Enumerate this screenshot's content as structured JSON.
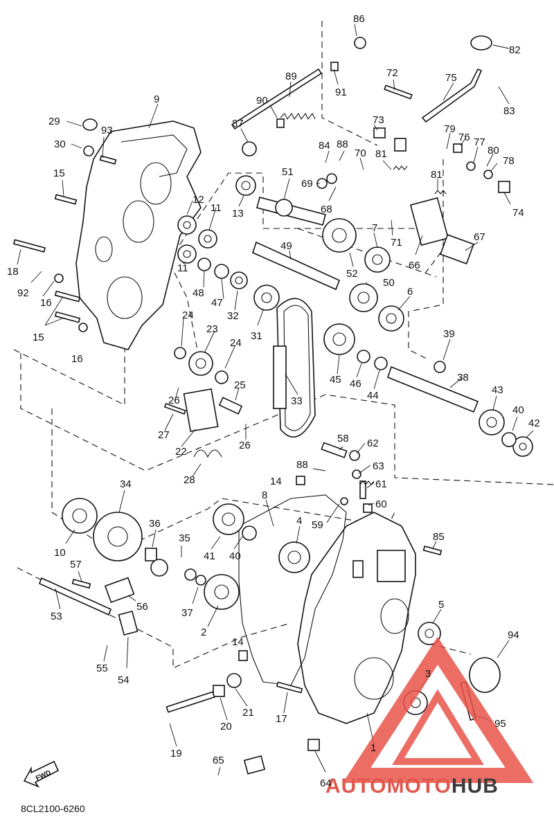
{
  "diagram": {
    "code": "8CL2100-6260",
    "direction_label": "FWD",
    "watermark": {
      "text_a": "AUTOMOTO",
      "text_b": "HUB",
      "color_a": "#e0574c",
      "color_b": "#3b3b3b",
      "logo_color": "#e8544a"
    },
    "callouts": [
      {
        "id": "c1",
        "n": "1"
      },
      {
        "id": "c2",
        "n": "2"
      },
      {
        "id": "c3",
        "n": "3"
      },
      {
        "id": "c4",
        "n": "4"
      },
      {
        "id": "c5",
        "n": "5"
      },
      {
        "id": "c6",
        "n": "6"
      },
      {
        "id": "c7",
        "n": "7"
      },
      {
        "id": "c8",
        "n": "8"
      },
      {
        "id": "c9",
        "n": "9"
      },
      {
        "id": "c10",
        "n": "10"
      },
      {
        "id": "c11a",
        "n": "11"
      },
      {
        "id": "c11b",
        "n": "11"
      },
      {
        "id": "c12",
        "n": "12"
      },
      {
        "id": "c13",
        "n": "13"
      },
      {
        "id": "c14a",
        "n": "14"
      },
      {
        "id": "c14b",
        "n": "14"
      },
      {
        "id": "c15a",
        "n": "15"
      },
      {
        "id": "c15b",
        "n": "15"
      },
      {
        "id": "c16a",
        "n": "16"
      },
      {
        "id": "c16b",
        "n": "16"
      },
      {
        "id": "c17",
        "n": "17"
      },
      {
        "id": "c18",
        "n": "18"
      },
      {
        "id": "c19",
        "n": "19"
      },
      {
        "id": "c20",
        "n": "20"
      },
      {
        "id": "c21",
        "n": "21"
      },
      {
        "id": "c22",
        "n": "22"
      },
      {
        "id": "c23",
        "n": "23"
      },
      {
        "id": "c24a",
        "n": "24"
      },
      {
        "id": "c24b",
        "n": "24"
      },
      {
        "id": "c25",
        "n": "25"
      },
      {
        "id": "c26a",
        "n": "26"
      },
      {
        "id": "c26b",
        "n": "26"
      },
      {
        "id": "c27",
        "n": "27"
      },
      {
        "id": "c28",
        "n": "28"
      },
      {
        "id": "c29",
        "n": "29"
      },
      {
        "id": "c30",
        "n": "30"
      },
      {
        "id": "c31",
        "n": "31"
      },
      {
        "id": "c32",
        "n": "32"
      },
      {
        "id": "c33",
        "n": "33"
      },
      {
        "id": "c34",
        "n": "34"
      },
      {
        "id": "c35",
        "n": "35"
      },
      {
        "id": "c36",
        "n": "36"
      },
      {
        "id": "c37",
        "n": "37"
      },
      {
        "id": "c38",
        "n": "38"
      },
      {
        "id": "c39",
        "n": "39"
      },
      {
        "id": "c40a",
        "n": "40"
      },
      {
        "id": "c40b",
        "n": "40"
      },
      {
        "id": "c41",
        "n": "41"
      },
      {
        "id": "c42",
        "n": "42"
      },
      {
        "id": "c43",
        "n": "43"
      },
      {
        "id": "c44",
        "n": "44"
      },
      {
        "id": "c45",
        "n": "45"
      },
      {
        "id": "c46",
        "n": "46"
      },
      {
        "id": "c47",
        "n": "47"
      },
      {
        "id": "c48",
        "n": "48"
      },
      {
        "id": "c49",
        "n": "49"
      },
      {
        "id": "c50",
        "n": "50"
      },
      {
        "id": "c51",
        "n": "51"
      },
      {
        "id": "c52",
        "n": "52"
      },
      {
        "id": "c53",
        "n": "53"
      },
      {
        "id": "c54",
        "n": "54"
      },
      {
        "id": "c55",
        "n": "55"
      },
      {
        "id": "c56",
        "n": "56"
      },
      {
        "id": "c57",
        "n": "57"
      },
      {
        "id": "c58",
        "n": "58"
      },
      {
        "id": "c59",
        "n": "59"
      },
      {
        "id": "c60",
        "n": "60"
      },
      {
        "id": "c61",
        "n": "61"
      },
      {
        "id": "c62",
        "n": "62"
      },
      {
        "id": "c63",
        "n": "63"
      },
      {
        "id": "c64",
        "n": "64"
      },
      {
        "id": "c65",
        "n": "65"
      },
      {
        "id": "c66",
        "n": "66"
      },
      {
        "id": "c67",
        "n": "67"
      },
      {
        "id": "c68",
        "n": "68"
      },
      {
        "id": "c69",
        "n": "69"
      },
      {
        "id": "c70",
        "n": "70"
      },
      {
        "id": "c71",
        "n": "71"
      },
      {
        "id": "c72",
        "n": "72"
      },
      {
        "id": "c73",
        "n": "73"
      },
      {
        "id": "c74",
        "n": "74"
      },
      {
        "id": "c75",
        "n": "75"
      },
      {
        "id": "c76",
        "n": "76"
      },
      {
        "id": "c77",
        "n": "77"
      },
      {
        "id": "c78",
        "n": "78"
      },
      {
        "id": "c79",
        "n": "79"
      },
      {
        "id": "c80",
        "n": "80"
      },
      {
        "id": "c81a",
        "n": "81"
      },
      {
        "id": "c81b",
        "n": "81"
      },
      {
        "id": "c82",
        "n": "82"
      },
      {
        "id": "c83",
        "n": "83"
      },
      {
        "id": "c84",
        "n": "84"
      },
      {
        "id": "c85",
        "n": "85"
      },
      {
        "id": "c86",
        "n": "86"
      },
      {
        "id": "c87",
        "n": "87"
      },
      {
        "id": "c88a",
        "n": "88"
      },
      {
        "id": "c88b",
        "n": "88"
      },
      {
        "id": "c89",
        "n": "89"
      },
      {
        "id": "c90",
        "n": "90"
      },
      {
        "id": "c91",
        "n": "91"
      },
      {
        "id": "c92",
        "n": "92"
      },
      {
        "id": "c93",
        "n": "93"
      },
      {
        "id": "c94",
        "n": "94"
      },
      {
        "id": "c95",
        "n": "95"
      }
    ]
  }
}
